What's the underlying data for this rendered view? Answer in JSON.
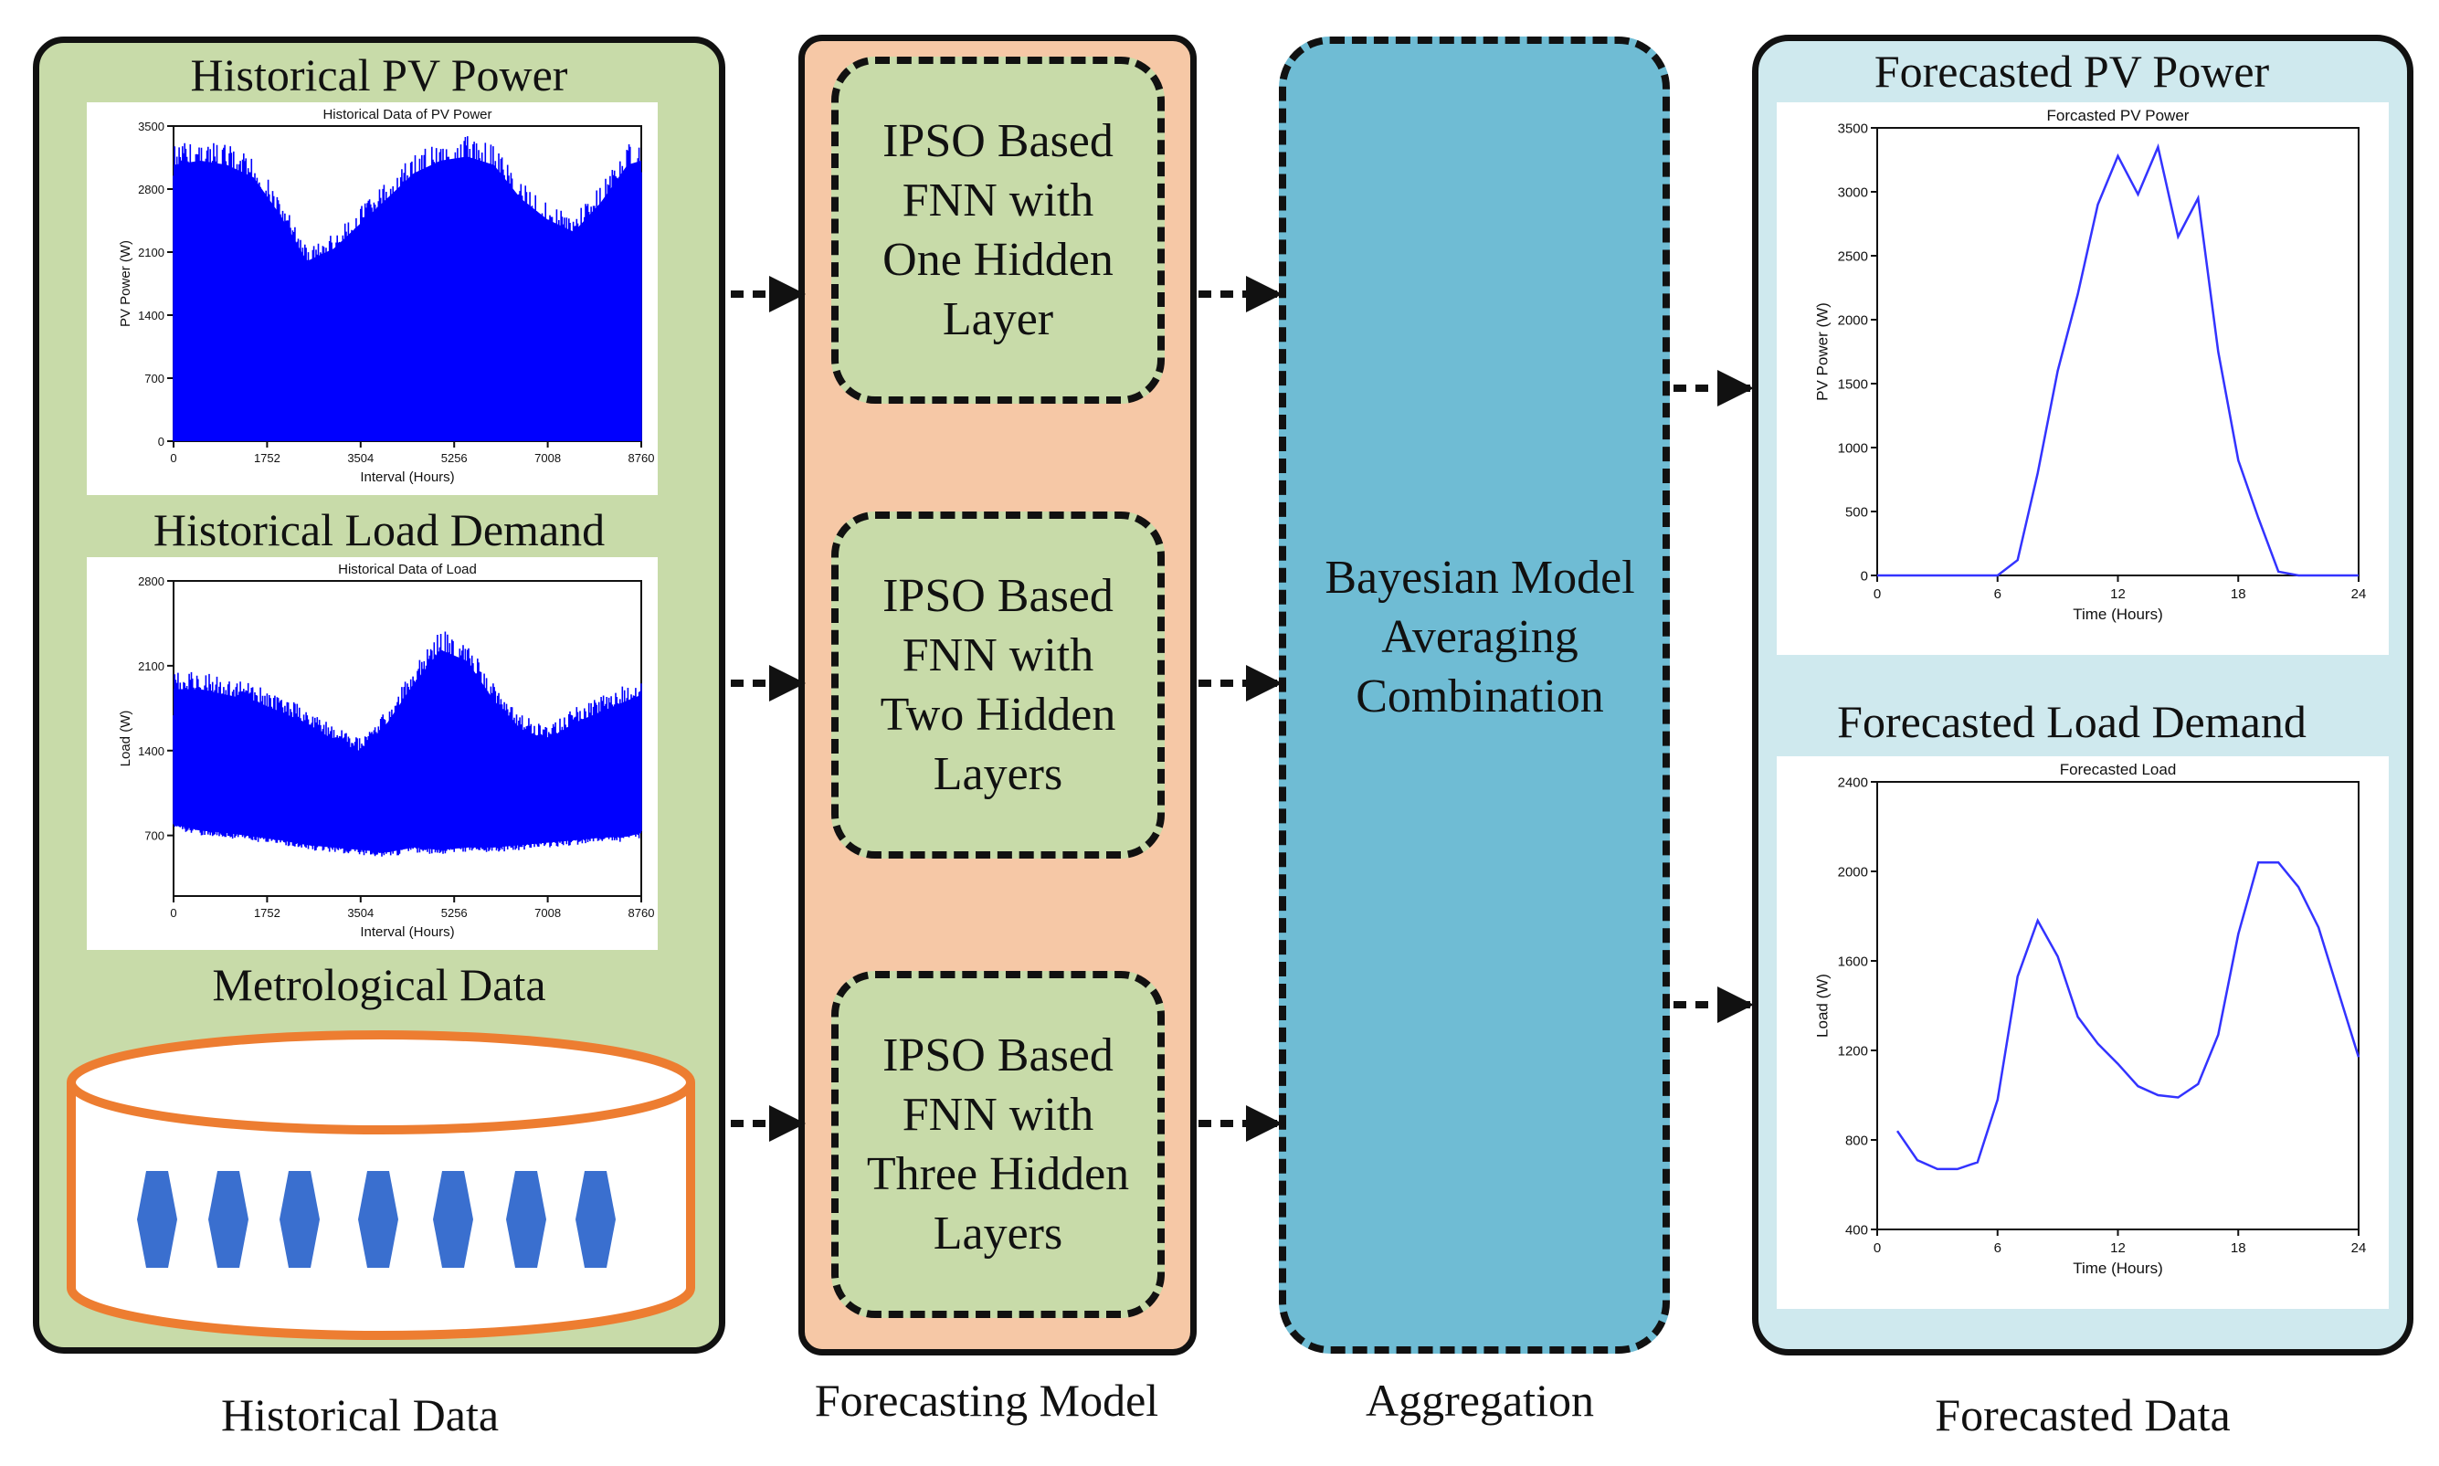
{
  "colors": {
    "historical_bg": "#c8dba9",
    "model_bg": "#f6c8a6",
    "aggregation_bg": "#6fbcd4",
    "forecast_bg": "#cfe9ee",
    "plot_blue": "#0000ff",
    "db_orange": "#ed7d31",
    "hex_blue": "#3a6fcf"
  },
  "historical": {
    "pv_title": "Historical PV Power",
    "load_title": "Historical Load Demand",
    "met_title": "Metrological Data",
    "caption": "Historical Data"
  },
  "model": {
    "box1": "IPSO Based FNN with One Hidden Layer",
    "box2": "IPSO Based FNN with Two Hidden Layers",
    "box3": "IPSO Based FNN with Three Hidden Layers",
    "caption": "Forecasting Model"
  },
  "aggregation": {
    "label": "Bayesian Model Averaging Combination",
    "caption": "Aggregation"
  },
  "forecast": {
    "pv_title": "Forecasted PV Power",
    "load_title": "Forecasted Load Demand",
    "caption": "Forecasted Data"
  },
  "chart_data": [
    {
      "type": "area",
      "title": "Historical Data of PV Power",
      "xlabel": "Interval (Hours)",
      "ylabel": "PV Power (W)",
      "x_ticks": [
        "0",
        "1752",
        "3504",
        "5256",
        "7008",
        "8760"
      ],
      "y_ticks": [
        "0",
        "700",
        "1400",
        "2100",
        "2800",
        "3500"
      ],
      "xlim": [
        0,
        8760
      ],
      "ylim": [
        0,
        3500
      ],
      "x": [
        0,
        500,
        1000,
        1500,
        2000,
        2500,
        3000,
        3500,
        4000,
        4500,
        5000,
        5500,
        6000,
        6500,
        7000,
        7500,
        8000,
        8500,
        8760
      ],
      "upper_envelope": [
        3300,
        3350,
        3300,
        3150,
        2700,
        2150,
        2300,
        2600,
        2900,
        3200,
        3350,
        3400,
        3300,
        2900,
        2650,
        2500,
        2850,
        3300,
        3350
      ]
    },
    {
      "type": "area",
      "title": "Historical Data of Load",
      "xlabel": "Interval (Hours)",
      "ylabel": "Load (W)",
      "x_ticks": [
        "0",
        "1752",
        "3504",
        "5256",
        "7008",
        "8760"
      ],
      "y_ticks": [
        "700",
        "1400",
        "2100",
        "2800"
      ],
      "xlim": [
        0,
        8760
      ],
      "ylim": [
        200,
        2800
      ],
      "x": [
        0,
        500,
        1000,
        1500,
        2000,
        2500,
        3000,
        3500,
        4000,
        4500,
        5000,
        5500,
        6000,
        6500,
        7000,
        7500,
        8000,
        8500,
        8760
      ],
      "upper_envelope": [
        2050,
        2050,
        2000,
        1950,
        1850,
        1750,
        1600,
        1500,
        1750,
        2100,
        2400,
        2300,
        1950,
        1700,
        1600,
        1750,
        1850,
        1950,
        2000
      ],
      "lower_envelope": [
        750,
        700,
        680,
        650,
        620,
        580,
        560,
        540,
        520,
        560,
        540,
        560,
        560,
        580,
        600,
        620,
        640,
        650,
        680
      ]
    },
    {
      "type": "line",
      "title": "Forcasted PV Power",
      "xlabel": "Time (Hours)",
      "ylabel": "PV Power (W)",
      "x_ticks": [
        "0",
        "6",
        "12",
        "18",
        "24"
      ],
      "y_ticks": [
        "0",
        "500",
        "1000",
        "1500",
        "2000",
        "2500",
        "3000",
        "3500"
      ],
      "xlim": [
        0,
        24
      ],
      "ylim": [
        0,
        3500
      ],
      "x": [
        0,
        1,
        2,
        3,
        4,
        5,
        6,
        7,
        8,
        9,
        10,
        11,
        12,
        13,
        14,
        15,
        16,
        17,
        18,
        19,
        20,
        21,
        22,
        23,
        24
      ],
      "y": [
        0,
        0,
        0,
        0,
        0,
        0,
        0,
        120,
        800,
        1600,
        2200,
        2900,
        3280,
        2980,
        3350,
        2650,
        2950,
        1750,
        900,
        450,
        30,
        0,
        0,
        0,
        0
      ]
    },
    {
      "type": "line",
      "title": "Forecasted Load",
      "xlabel": "Time (Hours)",
      "ylabel": "Load (W)",
      "x_ticks": [
        "0",
        "6",
        "12",
        "18",
        "24"
      ],
      "y_ticks": [
        "400",
        "800",
        "1200",
        "1600",
        "2000",
        "2400"
      ],
      "xlim": [
        0,
        24
      ],
      "ylim": [
        400,
        2400
      ],
      "x": [
        1,
        2,
        3,
        4,
        5,
        6,
        7,
        8,
        9,
        10,
        11,
        12,
        13,
        14,
        15,
        16,
        17,
        18,
        19,
        20,
        21,
        22,
        23,
        24
      ],
      "y": [
        840,
        710,
        670,
        670,
        700,
        980,
        1530,
        1780,
        1620,
        1350,
        1230,
        1140,
        1040,
        1000,
        990,
        1050,
        1270,
        1720,
        2040,
        2040,
        1930,
        1750,
        1460,
        1170
      ]
    }
  ]
}
